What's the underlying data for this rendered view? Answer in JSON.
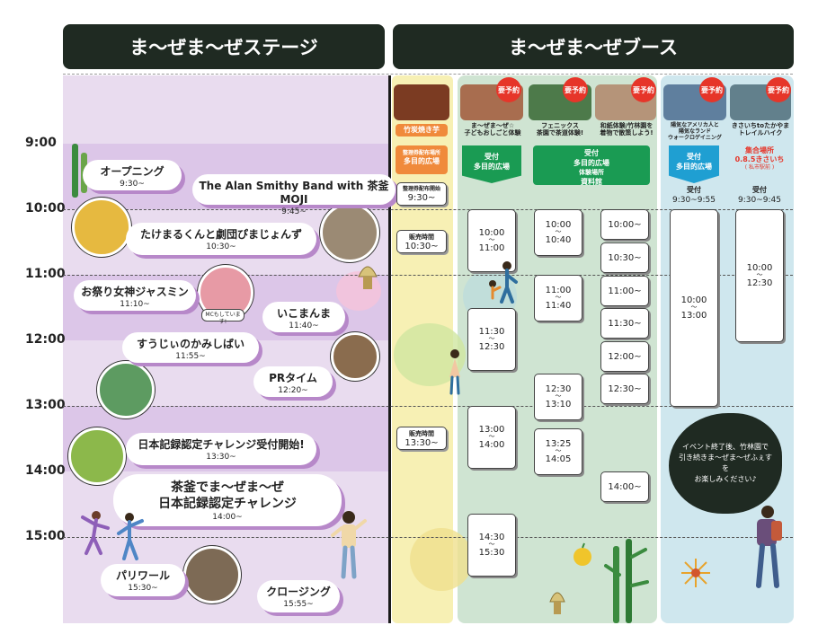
{
  "headers": {
    "stage": "ま〜ぜま〜ぜステージ",
    "booth": "ま〜ぜま〜ぜブース"
  },
  "times": [
    "9:00",
    "10:00",
    "11:00",
    "12:00",
    "13:00",
    "14:00",
    "15:00"
  ],
  "stage": {
    "events": [
      {
        "title": "オープニング",
        "time": "9:30~"
      },
      {
        "title": "The Alan Smithy Band with 茶釜MOJI",
        "time": "9:45~"
      },
      {
        "title": "たけまるくんと劇団ぴまじょんず",
        "time": "10:30~"
      },
      {
        "title": "お祭り女神ジャスミン",
        "time": "11:10~"
      },
      {
        "title": "いこまんま",
        "time": "11:40~"
      },
      {
        "title": "すうじぃのかみしばい",
        "time": "11:55~"
      },
      {
        "title": "PRタイム",
        "time": "12:20~"
      },
      {
        "title": "日本記録認定チャレンジ受付開始!",
        "time": "13:30~"
      },
      {
        "title": "茶釜でま〜ぜま〜ぜ",
        "title2": "日本記録認定チャレンジ",
        "time": "14:00~"
      },
      {
        "title": "パリワール",
        "time": "15:30~"
      },
      {
        "title": "クロージング",
        "time": "15:55~"
      }
    ],
    "mc_note": "MCもしています!"
  },
  "booths": {
    "yakiimo": {
      "name": "竹炭焼き芋",
      "location": "整理券配布場所",
      "location2": "多目的広場",
      "ticket_label": "整理券配布開始",
      "ticket_time": "9:30~",
      "sale1_label": "販売時間",
      "sale1_time": "10:30~",
      "sale2_label": "販売時間",
      "sale2_time": "13:30~"
    },
    "kids": {
      "name": "ま〜ぜま〜ぜ☆",
      "name2": "子どもおしごと体験",
      "badge": "要予約",
      "reception": "受付",
      "place": "多目的広場",
      "slots": [
        {
          "start": "10:00",
          "end": "11:00"
        },
        {
          "start": "11:30",
          "end": "12:30"
        },
        {
          "start": "13:00",
          "end": "14:00"
        },
        {
          "start": "14:30",
          "end": "15:30"
        }
      ]
    },
    "phoenix": {
      "name": "フェニックス",
      "name2": "茶園で茶道体験!",
      "badge": "要予約",
      "reception": "受付",
      "place": "多目的広場",
      "venue_label": "体験場所",
      "venue": "資料館",
      "slots": [
        {
          "start": "10:00",
          "end": "10:40"
        },
        {
          "start": "11:00",
          "end": "11:40"
        },
        {
          "start": "12:30",
          "end": "13:10"
        },
        {
          "start": "13:25",
          "end": "14:05"
        }
      ]
    },
    "washi": {
      "name": "和紙体験/竹林園を",
      "name2": "着物で散策しよう!",
      "badge": "要予約",
      "slots": [
        "10:00~",
        "10:30~",
        "11:00~",
        "11:30~",
        "12:00~",
        "12:30~",
        "14:00~"
      ]
    },
    "walking": {
      "name": "陽気なアメリカ人と",
      "name2": "陽気なランド",
      "name3": "ウォークロゲイニング",
      "badge": "要予約",
      "reception": "受付",
      "place": "多目的広場",
      "desk_label": "受付",
      "desk_time": "9:30~9:55",
      "start": "10:00",
      "end": "13:00"
    },
    "hike": {
      "name": "きさいちtoたかやま",
      "name2": "トレイルハイク",
      "badge": "要予約",
      "gather_label": "集合場所",
      "gather": "0.8.5きさいち",
      "gather2": "( 私市駅前 )",
      "desk_label": "受付",
      "desk_time": "9:30~9:45",
      "start": "10:00",
      "end": "12:30"
    }
  },
  "closing_message": {
    "line1": "イベント終了後、竹林園で",
    "line2": "引き続きま〜ぜま〜ぜふぇすを",
    "line3": "お楽しみください♪"
  },
  "tilde": "〜",
  "colors": {
    "header": "#1f2a22",
    "stage_bg": "#e9dcef",
    "booth_green": "#cfe4d2",
    "booth_blue": "#cfe7ee",
    "booth_yellow": "#f7f0b4",
    "badge_red": "#e63529",
    "ribbon_green": "#1a9b53",
    "ribbon_blue": "#1f9fd2",
    "ribbon_orange": "#f08a3b"
  }
}
